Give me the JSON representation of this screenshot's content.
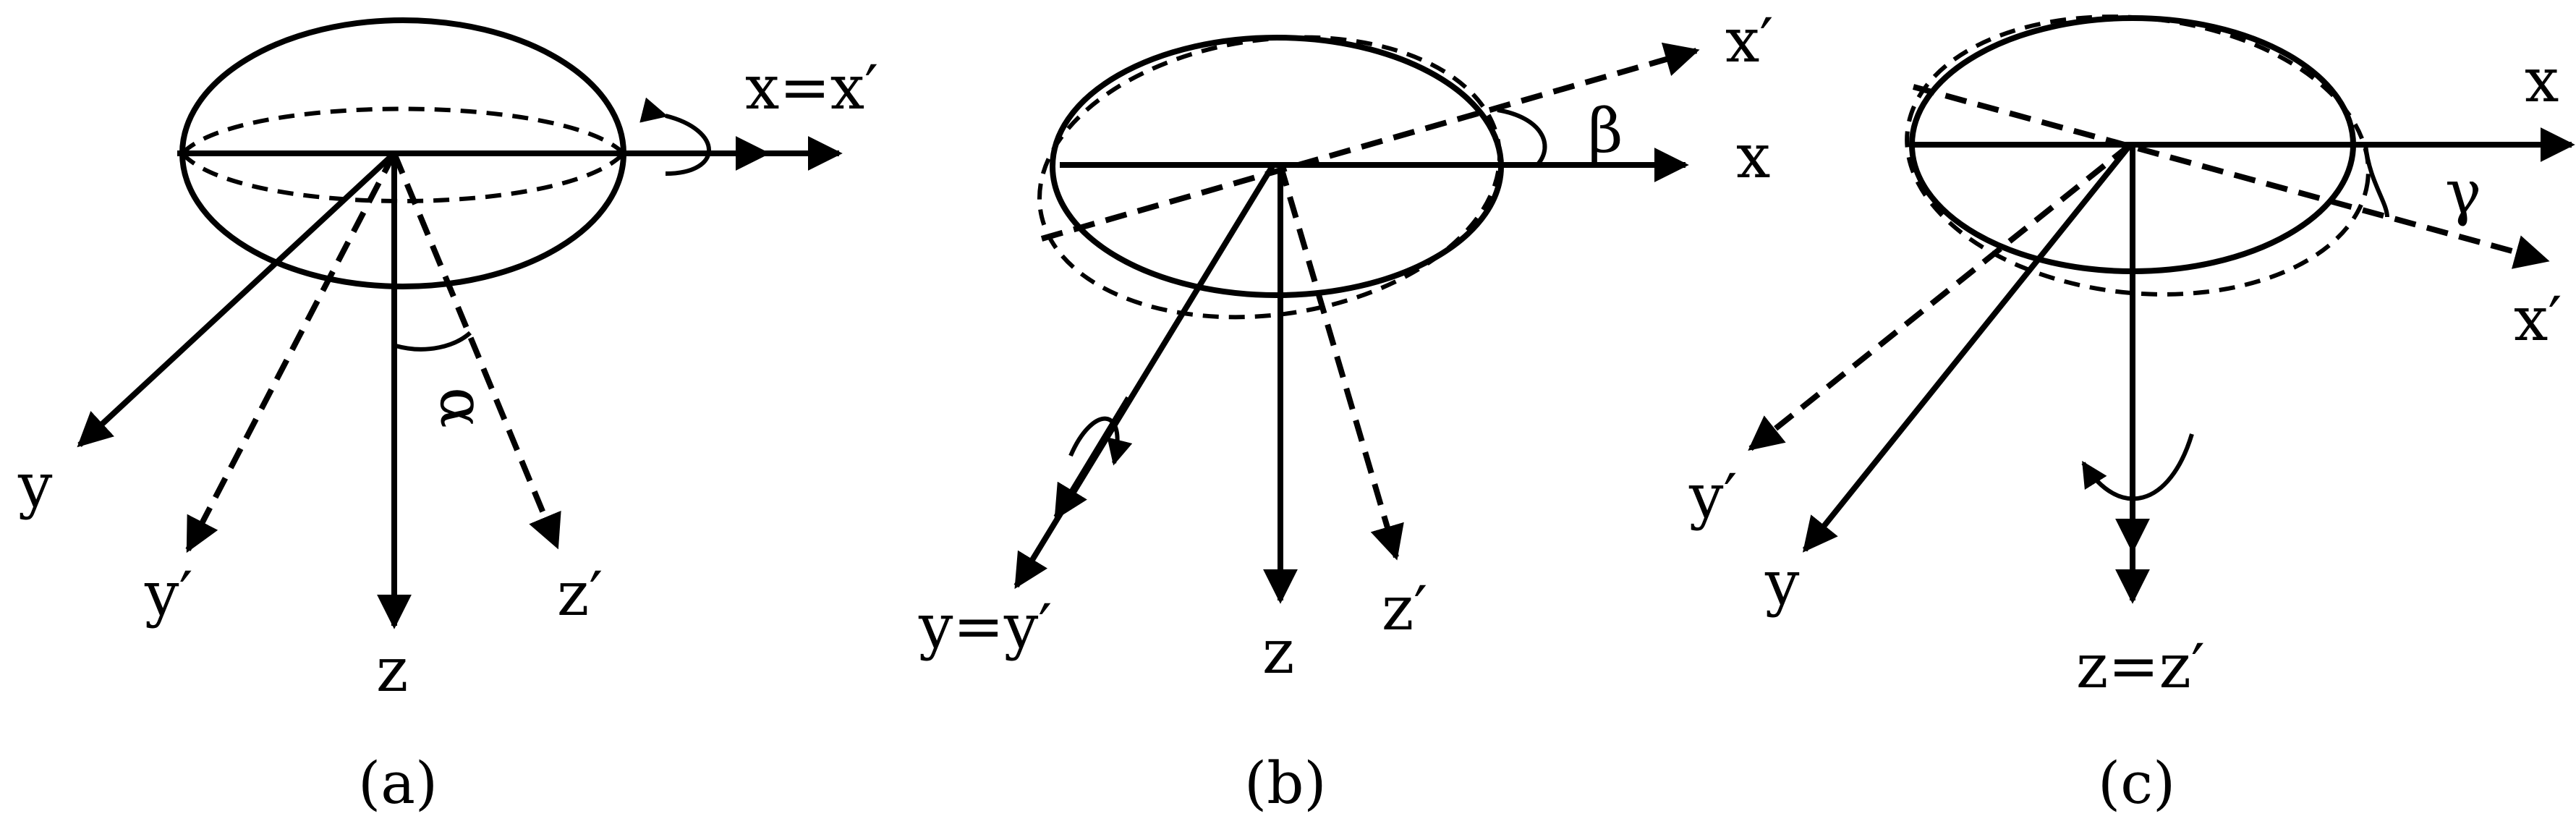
{
  "panels": [
    {
      "caption": "(a)",
      "labels": {
        "x": "x=x′",
        "y": "y",
        "y_prime": "y′",
        "z": "z",
        "z_prime": "z′",
        "angle": "α"
      },
      "rotation_axis": "x",
      "rotation_angle_symbol": "α"
    },
    {
      "caption": "(b)",
      "labels": {
        "x": "x",
        "x_prime": "x′",
        "y": "y=y′",
        "z": "z",
        "z_prime": "z′",
        "angle": "β"
      },
      "rotation_axis": "y",
      "rotation_angle_symbol": "β"
    },
    {
      "caption": "(c)",
      "labels": {
        "x": "x",
        "x_prime": "x′",
        "y": "y",
        "y_prime": "y′",
        "z": "z=z′",
        "angle": "γ"
      },
      "rotation_axis": "z",
      "rotation_angle_symbol": "γ"
    }
  ]
}
